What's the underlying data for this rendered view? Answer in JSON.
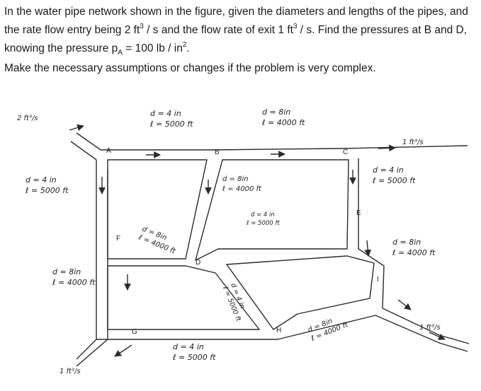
{
  "problem": {
    "para1_start": "In the water pipe network shown in the figure, given the diameters and lengths of the pipes, and the rate flow entry being 2 ft",
    "exp3": "3",
    "unit_mid1": " / s and the flow rate of exit 1 ft",
    "unit_mid2": " / s. Find the pressures at B and D, knowing the pressure p",
    "sub_a": "A",
    "unit_end": " = 100 lb / in",
    "exp2": "2",
    "period": ".",
    "para2": "Make the necessary assumptions or changes if the problem is very complex."
  },
  "diagram": {
    "nodes": [
      "A",
      "B",
      "C",
      "D",
      "E",
      "F",
      "G",
      "H",
      "I"
    ],
    "flows": {
      "inlet": "2 ft³/s",
      "exit_c": "1 ft³/s",
      "exit_g": "1 ft³/s",
      "exit_i": "1 ft³/s"
    },
    "pipes": {
      "ab": [
        "d = 4 in",
        "ℓ = 5000 ft"
      ],
      "bc": [
        "d = 8in",
        "ℓ = 4000 ft"
      ],
      "af": [
        "d = 4 in",
        "ℓ = 5000 ft"
      ],
      "fd": [
        "d = 8in",
        "ℓ = 4000 ft"
      ],
      "bh": [
        "d = 8in",
        "ℓ = 4000 ft"
      ],
      "de": [
        "d = 4 in",
        "ℓ = 5000 ft"
      ],
      "dh": [
        "d = 4 in",
        "ℓ = 5000 ft"
      ],
      "ce": [
        "d = 4 in",
        "ℓ = 5000 ft"
      ],
      "ei": [
        "d = 8in",
        "ℓ = 4000 ft"
      ],
      "fg": [
        "d = 8in",
        "ℓ = 4000 ft"
      ],
      "gh": [
        "d = 4 in",
        "ℓ = 5000 ft"
      ],
      "hi": [
        "d = 8in",
        "ℓ = 4000 ft"
      ]
    }
  }
}
